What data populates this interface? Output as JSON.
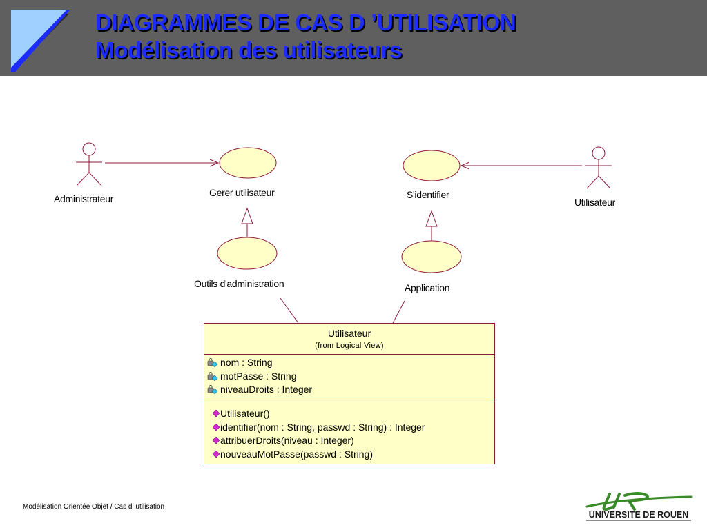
{
  "header": {
    "title_line1": "DIAGRAMMES DE CAS D ’UTILISATION",
    "title_line2": "Modélisation des utilisateurs"
  },
  "diagram": {
    "actors": {
      "admin": "Administrateur",
      "user": "Utilisateur"
    },
    "use_cases": {
      "gerer": "Gerer utilisateur",
      "identifier": "S'identifier",
      "outils": "Outils d'administration",
      "application": "Application"
    }
  },
  "class_box": {
    "name": "Utilisateur",
    "from": "(from Logical View)",
    "attributes": [
      "nom : String",
      "motPasse : String",
      "niveauDroits : Integer"
    ],
    "operations": [
      "Utilisateur()",
      "identifier(nom : String, passwd : String) : Integer",
      "attribuerDroits(niveau : Integer)",
      "nouveauMotPasse(passwd : String)"
    ]
  },
  "footer": {
    "text": "Modélisation Orientée Objet / Cas d ’utilisation",
    "logo_text": "UNIVERSITE DE ROUEN"
  },
  "colors": {
    "header_bg": "#5f5f5f",
    "title_blue": "#1c2cff",
    "usecase_fill": "#ffffc8",
    "uml_line": "#8b1a3a",
    "logo_green": "#3a8a2a"
  }
}
